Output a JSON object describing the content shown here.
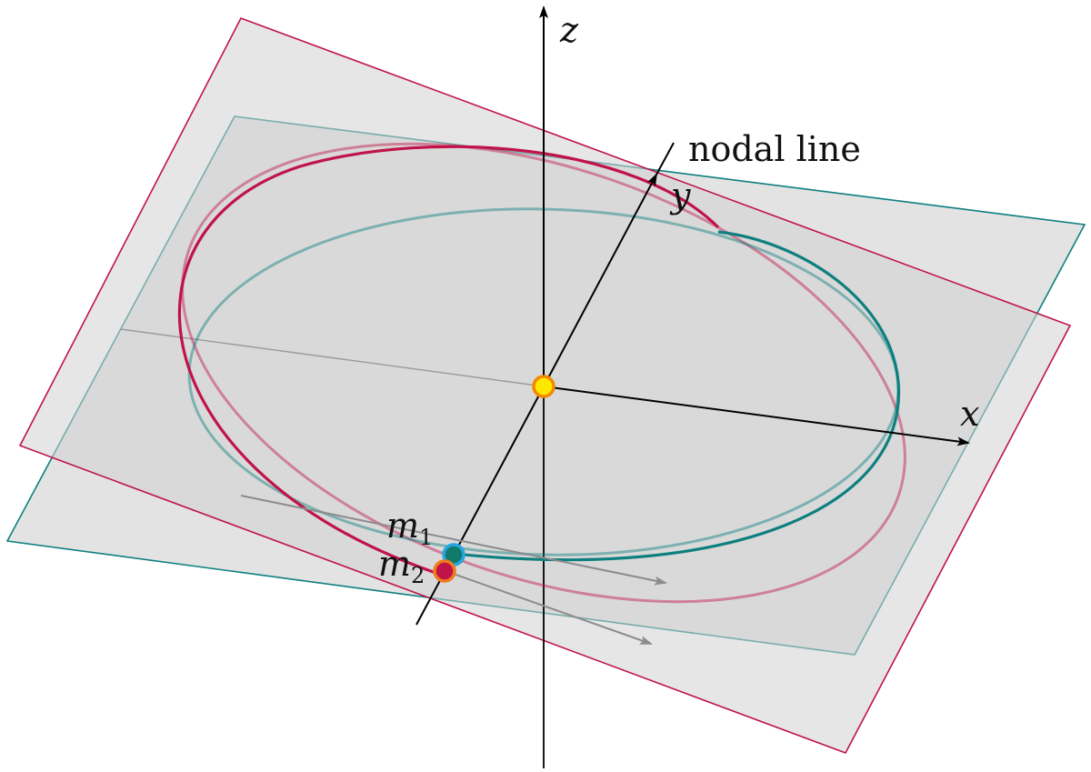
{
  "labels": {
    "z_axis": "z",
    "y_axis": "y",
    "x_axis": "x",
    "nodal_line": "nodal line",
    "m1_base": "m",
    "m1_sub": "1",
    "m2_base": "m",
    "m2_sub": "2"
  },
  "colors": {
    "crimson_orbit": "#c0134a",
    "teal_orbit": "#0e7f7f",
    "plane_fill": "#d9d9d9",
    "axis": "#000000",
    "central_body": "#ffe800",
    "central_body_ring": "#f08a00",
    "m1_fill": "#127a6b",
    "m1_ring": "#26a6e0",
    "m2_fill": "#c0134a",
    "m2_ring": "#f07a1c",
    "velocity_arrow": "#8c8c8c"
  }
}
